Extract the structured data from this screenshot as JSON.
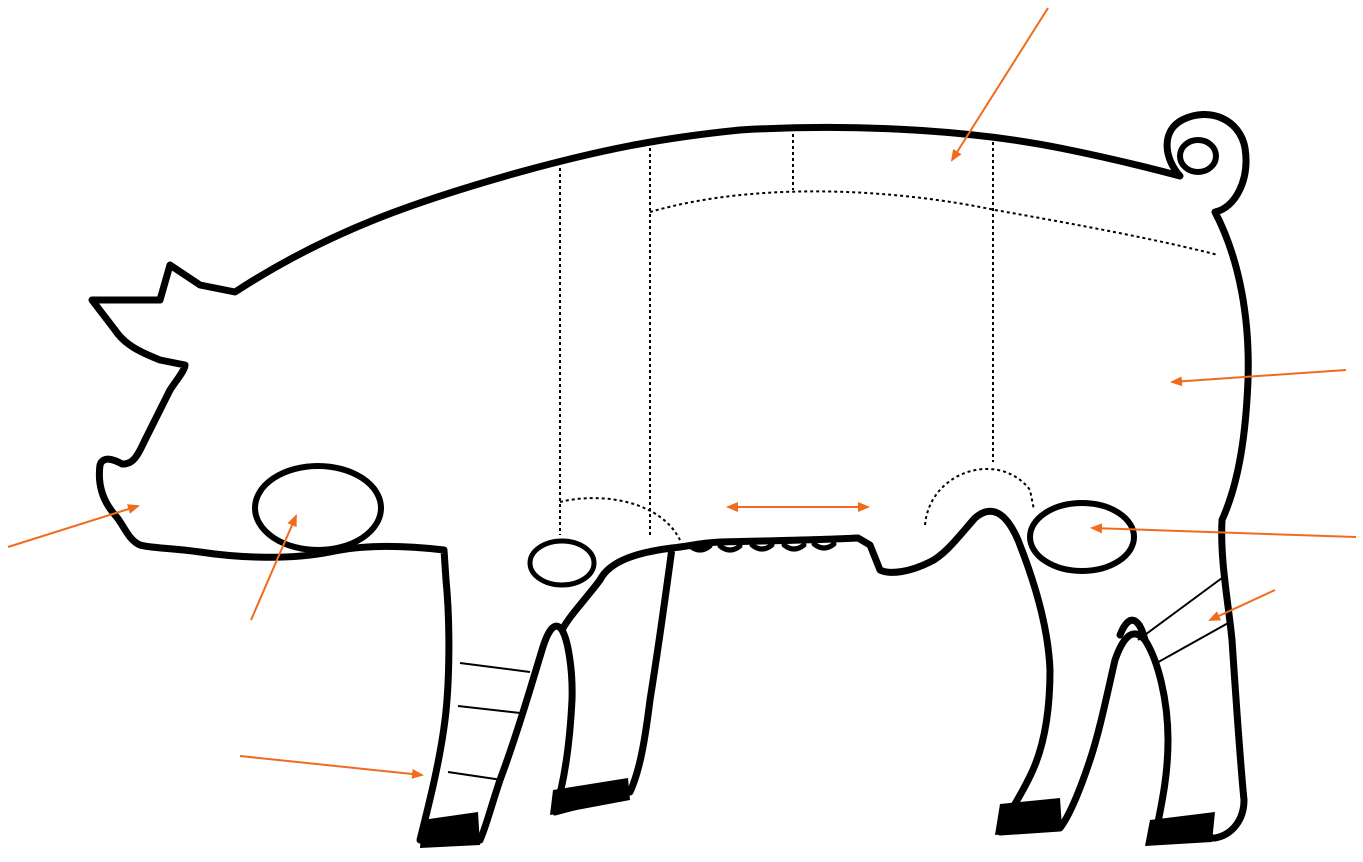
{
  "diagram": {
    "subject": "pig-outline",
    "colors": {
      "background": "#ffffff",
      "outline": "#000000",
      "hoof": "#000000",
      "arrow": "#f26b1d"
    },
    "arrows": [
      {
        "name": "arrow-loin",
        "points_to": "loin",
        "style": "single"
      },
      {
        "name": "arrow-ham",
        "points_to": "ham",
        "style": "single"
      },
      {
        "name": "arrow-stifle",
        "points_to": "stifle",
        "style": "single"
      },
      {
        "name": "arrow-hock",
        "points_to": "hock",
        "style": "single"
      },
      {
        "name": "arrow-belly",
        "points_to": "belly",
        "style": "double"
      },
      {
        "name": "arrow-jowl",
        "points_to": "jowl",
        "style": "single"
      },
      {
        "name": "arrow-shoulder",
        "points_to": "shoulder",
        "style": "single"
      },
      {
        "name": "arrow-pastern",
        "points_to": "pastern",
        "style": "single"
      }
    ]
  }
}
